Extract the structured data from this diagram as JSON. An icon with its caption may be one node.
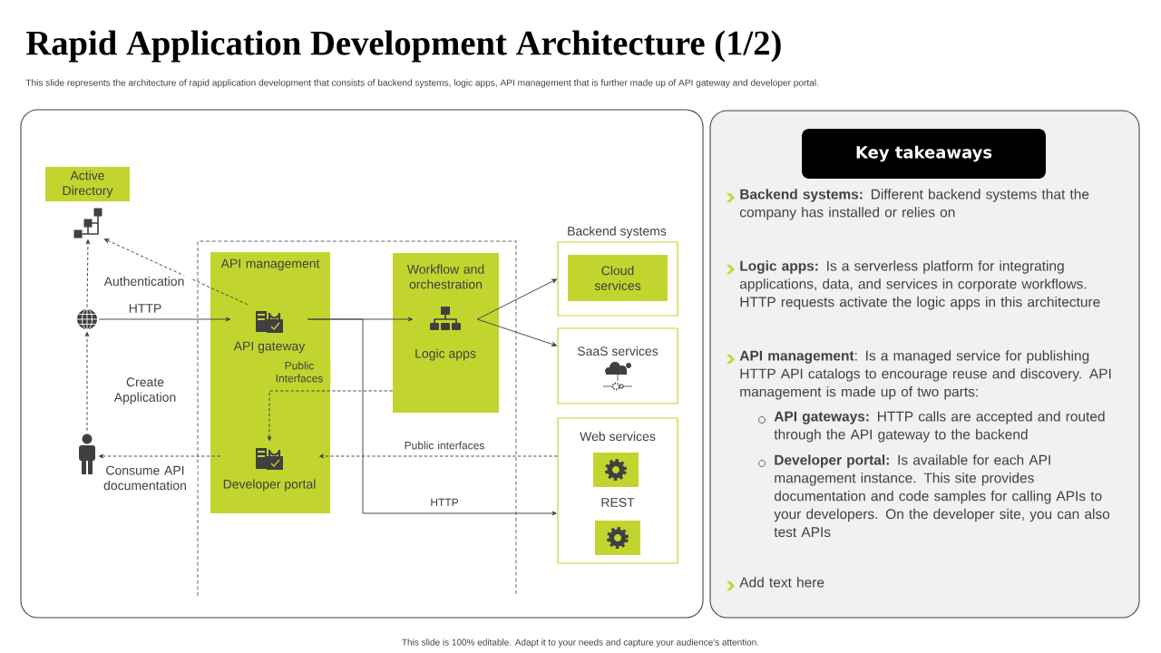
{
  "diagram": {
    "title": "Rapid Application Development Architecture (1/2)",
    "caption": "This slide represents the architecture of rapid application development that consists of backend systems, logic apps, API management that is further made up of API  gateway and developer portal.",
    "nodes": [
      {
        "text": [
          "Active Directory"
        ]
      },
      {
        "text": [],
        "shape": "network"
      },
      {
        "text": [],
        "shape": "globe"
      },
      {
        "text": [],
        "shape": "person"
      },
      {
        "text": [],
        "shape": "box"
      },
      {
        "text": [
          "API management"
        ],
        "in": 4
      },
      {
        "text": [
          "API gateway"
        ],
        "in": 5
      },
      {
        "text": [
          "Developer portal"
        ],
        "in": 5
      },
      {
        "text": [
          "Workflow and orchestration"
        ],
        "in": 4
      },
      {
        "text": [
          "Logic apps"
        ],
        "in": 8
      },
      {
        "text": [],
        "shape": "box"
      },
      {
        "text": [
          "Cloud services"
        ],
        "in": 10
      },
      {
        "text": [
          "SaaS services"
        ]
      },
      {
        "text": [
          "Web services",
          "REST"
        ]
      },
      {
        "text": [],
        "shape": "box",
        "in": 13
      },
      {
        "text": [],
        "shape": "box",
        "in": 13
      },
      {
        "text": [
          "Key takeaways"
        ]
      }
    ],
    "edges": [
      {
        "from": 2,
        "to": 1,
        "arrow": "to",
        "style": "dashed"
      },
      {
        "from": 6,
        "to": 1,
        "arrow": "to",
        "style": "dashed",
        "label": "Authentication"
      },
      {
        "from": 2,
        "to": 6,
        "arrow": "to",
        "label": "HTTP"
      },
      {
        "from": 3,
        "to": 2,
        "arrow": "to",
        "style": "dashed",
        "label": "Create Application"
      },
      {
        "from": 7,
        "to": 3,
        "arrow": "to",
        "style": "dashed",
        "label": "Consume API documentation"
      },
      {
        "from": 6,
        "to": 9,
        "arrow": "to"
      },
      {
        "from": 6,
        "to": 13,
        "arrow": "to",
        "label": "HTTP"
      },
      {
        "from": 9,
        "to": 10,
        "arrow": "to"
      },
      {
        "from": 9,
        "to": 12,
        "arrow": "to"
      },
      {
        "from": 8,
        "to": 7,
        "arrow": "to",
        "style": "dashed",
        "label": "Public Interfaces"
      },
      {
        "from": 13,
        "to": 7,
        "arrow": "to",
        "style": "dashed",
        "label": "Public interfaces"
      }
    ],
    "labels": [
      "Backend systems",
      "**Backend systems:** Different backend systems that the company has installed or relies on",
      "**Logic apps:** Is a serverless platform for integrating applications, data, and services in corporate workflows. HTTP requests activate the logic apps in this architecture",
      "**API management**: Is a managed service for publishing HTTP API catalogs to encourage reuse and discovery. API management is made up of two parts:",
      "**API gateways:** HTTP calls are accepted and routed through the API gateway to the backend",
      "**Developer portal:** Is available for each API management instance. This site provides documentation and code samples for calling APIs to your developers. On the developer site, you can also test APIs",
      "Add text here",
      "This slide is 100% editable. Adapt it to your needs and capture your audience's attention."
    ]
  }
}
